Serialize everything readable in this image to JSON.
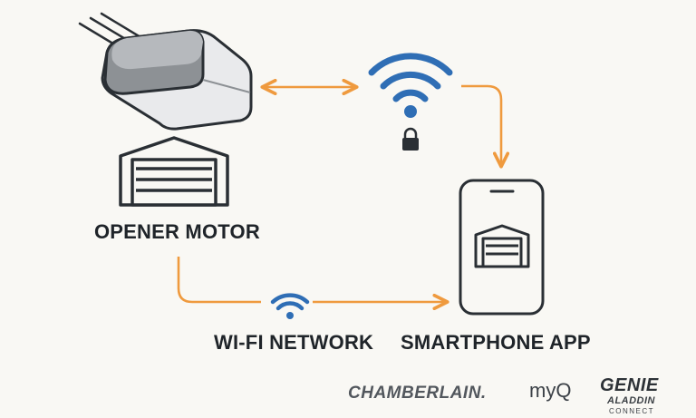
{
  "labels": {
    "opener_motor": "OPENER MOTOR",
    "wifi_network": "WI-FI NETWORK",
    "smartphone_app": "SMARTPHONE APP"
  },
  "brands": {
    "chamberlain": "CHAMBERLAIN.",
    "myq": "myQ",
    "genie": "GENIE",
    "aladdin": "ALADDIN",
    "connect": "CONNECT"
  },
  "colors": {
    "arrow": "#ef9a3e",
    "wifi": "#2f6eb5",
    "outline": "#2a2f34",
    "background": "#f9f8f4"
  },
  "icons": [
    "opener-motor-icon",
    "garage-door-icon",
    "wifi-icon",
    "lock-icon",
    "smartphone-icon"
  ]
}
